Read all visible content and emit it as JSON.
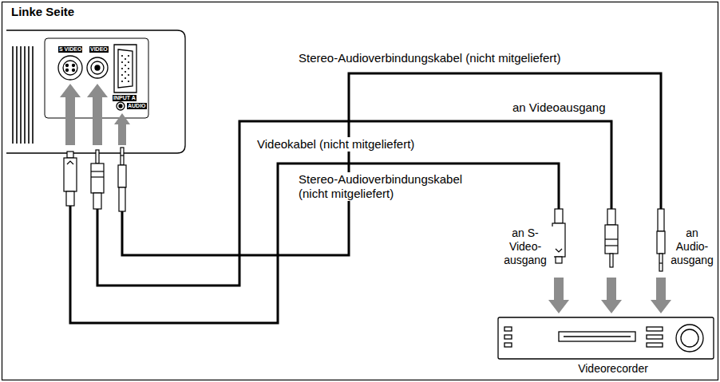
{
  "diagram": {
    "title": "Linke Seite",
    "labels": [
      "S VIDEO",
      "VIDEO",
      "INPUT A",
      "AUDIO",
      "Stereo-Audioverbindungskabel (nicht mitgeliefert)",
      "an Videoausgang",
      "Videokabel (nicht mitgeliefert)",
      "Stereo-Audioverbindungskabel (nicht mitgeliefert)",
      "an S-Video- ausgang",
      "an Audio- ausgang",
      "Videorecorder"
    ]
  }
}
